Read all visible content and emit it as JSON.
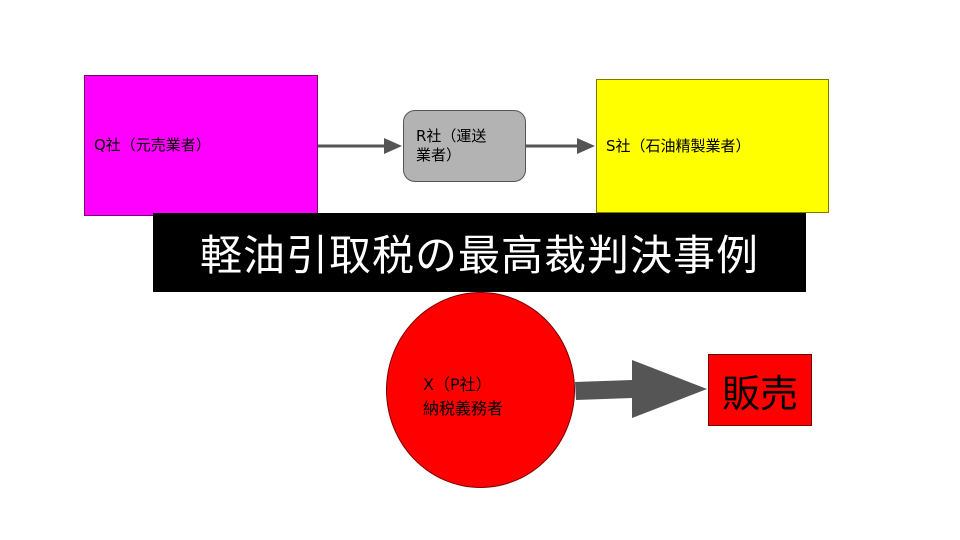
{
  "nodes": {
    "q": {
      "label": "Q社（元売業者）",
      "color": "#ff00ff"
    },
    "r": {
      "label": "R社（運送\n業者）",
      "color": "#b3b3b3"
    },
    "s": {
      "label": "S社（石油精製業者）",
      "color": "#ffff00"
    },
    "x": {
      "label": "X（P社）\n納税義務者",
      "color": "#ff0000"
    },
    "sale": {
      "label": "販売",
      "color": "#ff0000"
    }
  },
  "title": "軽油引取税の最高裁判決事例",
  "colors": {
    "banner": "#000000",
    "banner_text": "#ffffff",
    "arrow": "#555555"
  }
}
